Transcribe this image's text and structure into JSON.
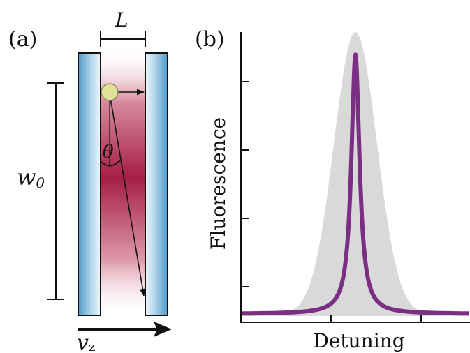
{
  "panel_a": {
    "label": "(a)",
    "cell_length_label": "L",
    "beam_waist_label": "w",
    "beam_waist_subscript": "0",
    "angle_label": "θ",
    "velocity_label": "v",
    "velocity_subscript": "z",
    "colors": {
      "cell_wall": "#8fc0dc",
      "beam": "#b3254a",
      "atom": "#e3e39a"
    }
  },
  "panel_b": {
    "label": "(b)",
    "ylabel": "Fluorescence",
    "xlabel": "Detuning"
  },
  "chart_data": {
    "type": "line",
    "xlabel": "Detuning",
    "ylabel": "Fluorescence",
    "x_ticks": 2,
    "y_ticks": 4,
    "series": [
      {
        "kind": "lorentzian",
        "color": "#7a2f82",
        "center": 0.5,
        "width": 0.022,
        "amplitude": 0.92
      },
      {
        "kind": "gaussian-filled",
        "color": "#d9d9d9",
        "center": 0.5,
        "width": 0.095,
        "amplitude": 1.0
      }
    ]
  }
}
